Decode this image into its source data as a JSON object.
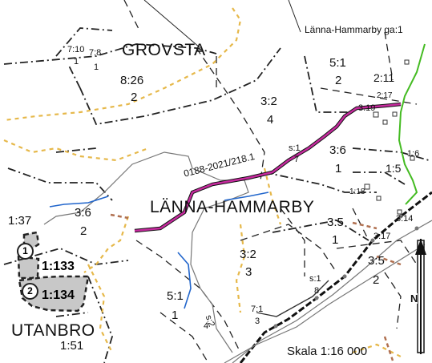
{
  "map": {
    "header_label": "Länna-Hammarby ga:1",
    "scale_text": "Skala 1:16 000",
    "place_names": {
      "grovsta": "GROVSTA",
      "lanna_hammarby": "LÄNNA-HAMMARBY",
      "utanbro": "UTANBRO"
    },
    "parcels": {
      "p7_10": "7:10",
      "p7_8": "7:8",
      "p1a": "1",
      "p1b": "1",
      "p8_26": "8:26",
      "p8_26_n": "2",
      "p3_2a": "3:2",
      "p3_2a_n": "4",
      "p5_1a": "5:1",
      "p5_1a_n": "2",
      "p2_11": "2:11",
      "p2_17": "2:17",
      "p3_19": "3:19",
      "p3_6a": "3:6",
      "p3_6a_n": "1",
      "p1_6": "1:6",
      "p1_5": "1:5",
      "p1_18": "1:18",
      "p1_37": "1:37",
      "p3_6b": "3:6",
      "p3_6b_n": "2",
      "p3_5a": "3:5",
      "p3_5a_n": "1",
      "p3_14": "3:14",
      "p3_17": "3:17",
      "p3_5b": "3:5",
      "p3_5b_n": "2",
      "p3_2b": "3:2",
      "p3_2b_n": "3",
      "p5_1b": "5:1",
      "p5_1b_n": "1",
      "p1_51": "1:51",
      "p7_1": "7:1",
      "p7_1_n": "3"
    },
    "line_labels": {
      "ref": "0188-2021/218.1",
      "s1_top": "s:1",
      "s1_top_n": "7",
      "s1_bottom": "s:1",
      "s1_bottom_n": "8",
      "s2": "s:2",
      "s2_n": "4"
    },
    "highlighted_parcels": [
      {
        "number": "1",
        "label": "1:133"
      },
      {
        "number": "2",
        "label": "1:134"
      }
    ],
    "north_letter": "N",
    "colors": {
      "route": "#c62a9e",
      "water": "#2266cc",
      "boundary_yellow": "#e6b84a",
      "green_line": "#44bb22",
      "highlight_fill": "#c8c8c8"
    }
  }
}
